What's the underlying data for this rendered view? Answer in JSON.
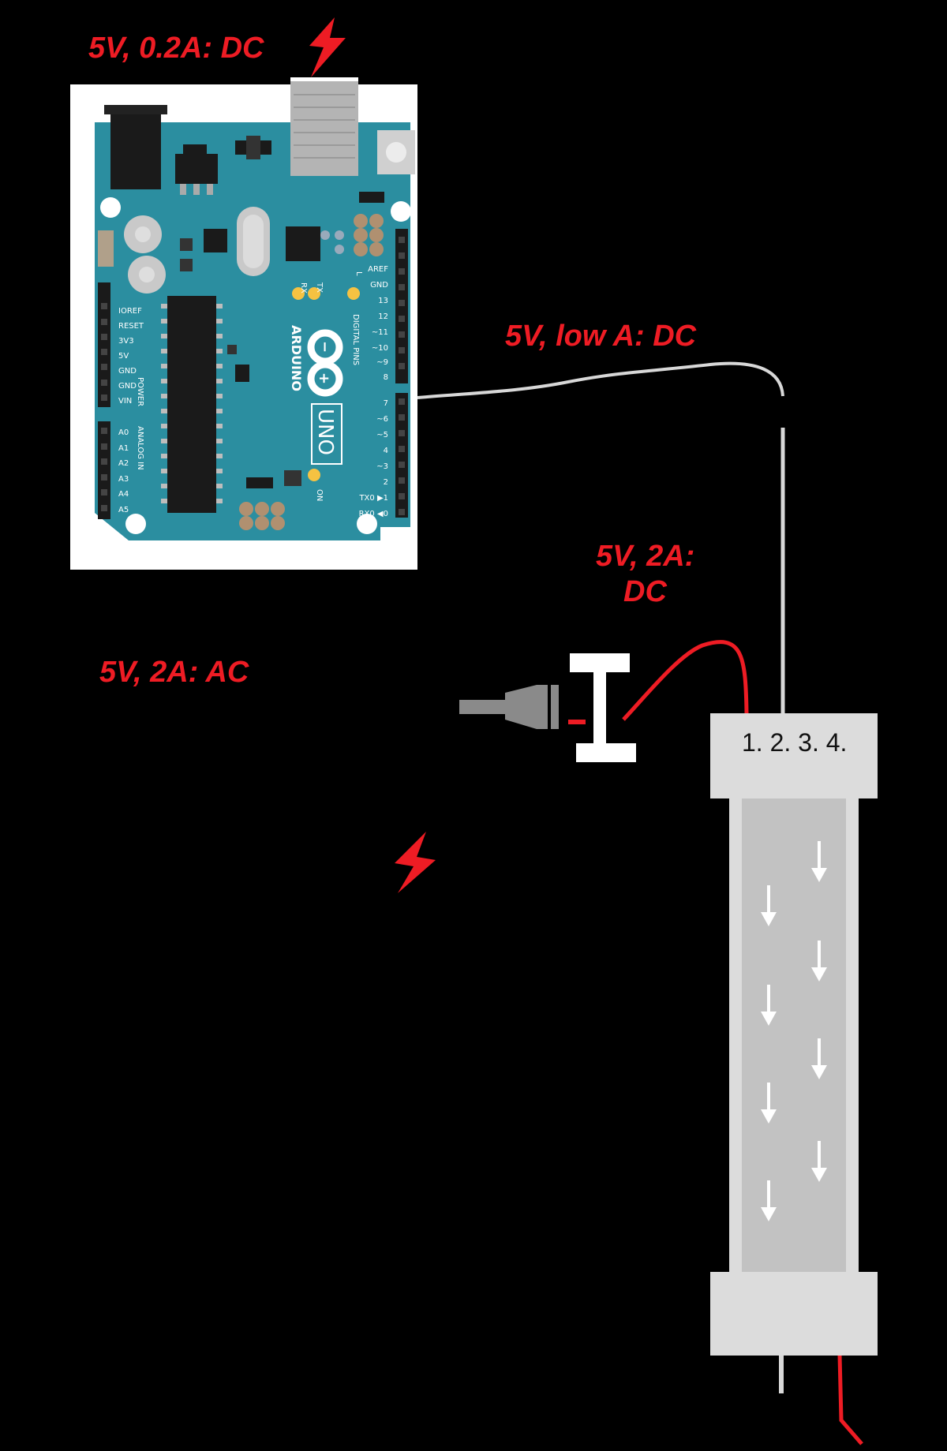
{
  "labels": {
    "arduino_power": "5V, 0.2A: DC",
    "signal_wire": "5V, low A: DC",
    "strip_power_line1": "5V, 2A:",
    "strip_power_line2": "DC",
    "mains": "5V, 2A: AC"
  },
  "connector_pins": "1. 2. 3. 4.",
  "arduino": {
    "logo": "ARDUINO",
    "model": "UNO",
    "power_header": [
      "IOREF",
      "RESET",
      "3V3",
      "5V",
      "GND",
      "GND",
      "VIN"
    ],
    "power_label": "POWER",
    "analog_header": [
      "A0",
      "A1",
      "A2",
      "A3",
      "A4",
      "A5"
    ],
    "analog_label": "ANALOG IN",
    "digital_top": [
      "AREF",
      "GND",
      "13",
      "12",
      "~11",
      "~10",
      "~9",
      "8"
    ],
    "digital_bottom": [
      "7",
      "~6",
      "~5",
      "4",
      "~3",
      "2",
      "TX0 ▶1",
      "RX0 ◀0"
    ],
    "digital_label": "DIGITAL PINS",
    "led_labels": [
      "RX",
      "TX",
      "L"
    ],
    "on_label": "ON"
  },
  "colors": {
    "accent_red": "#ee1c24",
    "board_teal": "#2b8ea0",
    "wire_grey": "#d8d8d8",
    "strip_grey": "#c2c2c2",
    "connector_grey": "#dcdcdc"
  },
  "icons": [
    "lightning-bolt-icon",
    "down-arrow-icon"
  ]
}
